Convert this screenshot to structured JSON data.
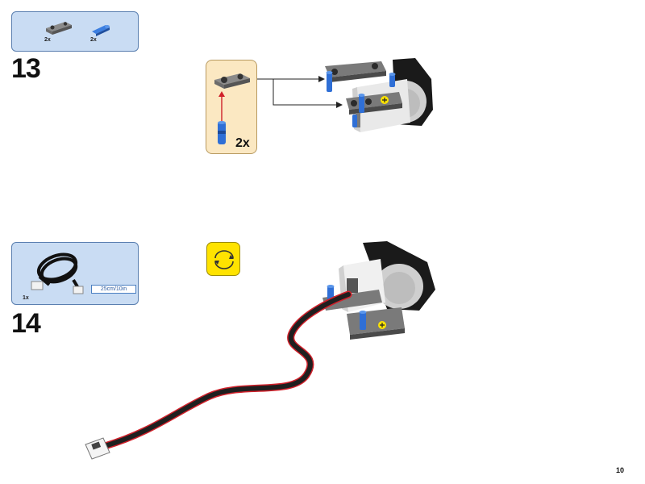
{
  "step13": {
    "number": "13",
    "parts": [
      {
        "qty": "2x",
        "icon": "dark-gray-connector-beam-icon"
      },
      {
        "qty": "2x",
        "icon": "blue-axle-pin-icon"
      }
    ],
    "subassembly_qty": "2x"
  },
  "step14": {
    "number": "14",
    "parts": [
      {
        "qty": "1x",
        "icon": "connector-cable-icon",
        "length_label": "25cm/10in"
      }
    ]
  },
  "page_number": "10",
  "colors": {
    "parts_box_bg": "#c9dcf3",
    "subassembly_bg": "#fbe8c2",
    "rotate_icon_bg": "#ffe300",
    "arrow_color": "#d0202a",
    "pin_blue": "#2f6fd6",
    "beam_gray": "#6b6b6b",
    "motor_white": "#eeeeee",
    "motor_black": "#1a1a1a"
  }
}
